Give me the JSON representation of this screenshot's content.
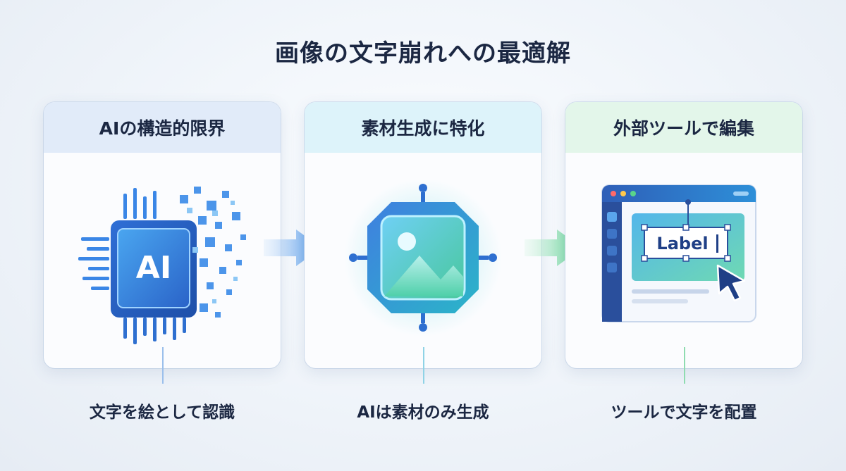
{
  "title": "画像の文字崩れへの最適解",
  "cards": [
    {
      "header": "AIの構造的限界",
      "chip_text": "AI",
      "caption": "文字を絵として認識",
      "accent": "#3b7fe0"
    },
    {
      "header": "素材生成に特化",
      "caption": "AIは素材のみ生成",
      "accent": "#3ab6d8"
    },
    {
      "header": "外部ツールで編集",
      "label_text": "Label",
      "caption": "ツールで文字を配置",
      "accent": "#4cc985"
    }
  ],
  "colors": {
    "title": "#1b2742",
    "header_blue": "#e1ebf9",
    "header_cyan": "#ddf3fa",
    "header_green": "#e3f6ea"
  },
  "icons": [
    "ai-chip-icon",
    "image-asset-icon",
    "editor-window-icon",
    "cursor-icon",
    "arrow-right-icon"
  ]
}
